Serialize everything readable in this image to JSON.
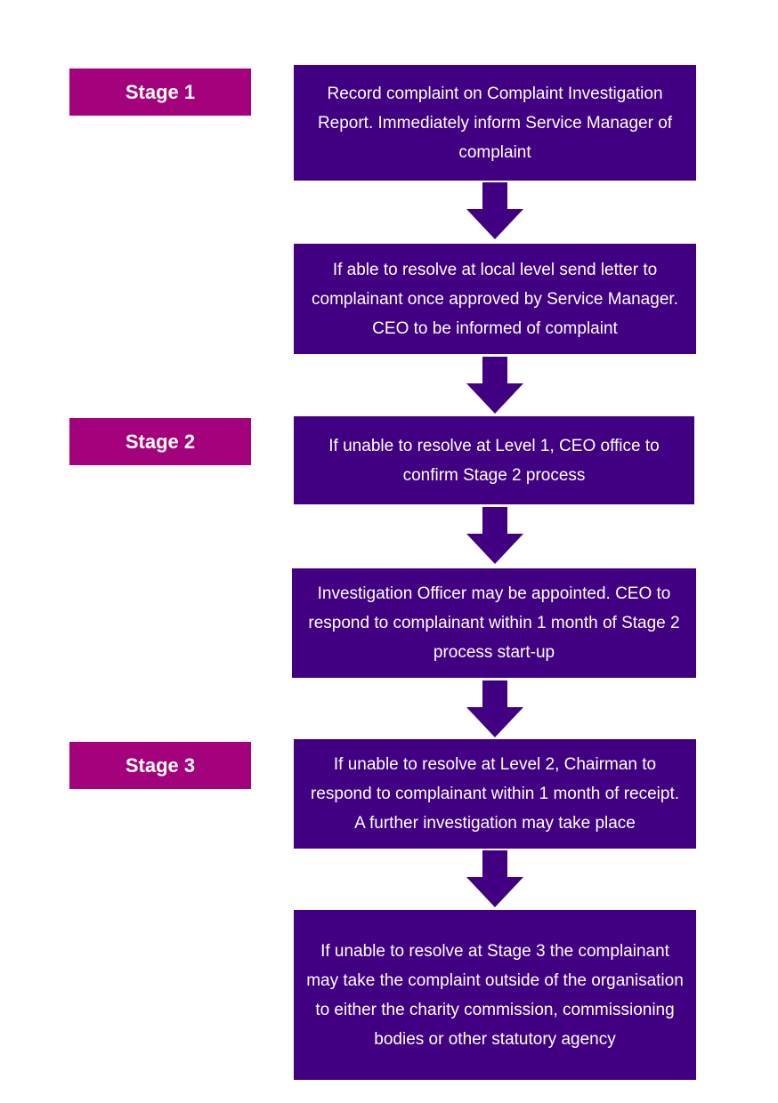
{
  "colors": {
    "stage_label_bg": "#a3027c",
    "step_box_bg": "#410081",
    "arrow": "#410081",
    "text": "#ffffff"
  },
  "stages": [
    {
      "label": "Stage 1"
    },
    {
      "label": "Stage 2"
    },
    {
      "label": "Stage 3"
    }
  ],
  "steps": [
    {
      "text": "Record complaint on Complaint Investigation Report. Immediately inform Service Manager of complaint"
    },
    {
      "text": "If able to resolve at local level send letter to complainant once approved by Service Manager. CEO to be informed of complaint"
    },
    {
      "text": "If unable to resolve at Level 1, CEO office to confirm Stage 2 process"
    },
    {
      "text": "Investigation Officer may be appointed. CEO to respond to complainant within 1 month of Stage 2 process start-up"
    },
    {
      "text": "If unable to resolve at Level 2, Chairman to respond to complainant within 1 month of receipt. A further investigation may take place"
    },
    {
      "text": "If unable to resolve at Stage 3 the complainant may take the complaint outside of the organisation to either the charity commission, commissioning bodies or other statutory agency"
    }
  ],
  "arrows": [
    {
      "icon": "down-arrow-icon"
    },
    {
      "icon": "down-arrow-icon"
    },
    {
      "icon": "down-arrow-icon"
    },
    {
      "icon": "down-arrow-icon"
    },
    {
      "icon": "down-arrow-icon"
    }
  ]
}
